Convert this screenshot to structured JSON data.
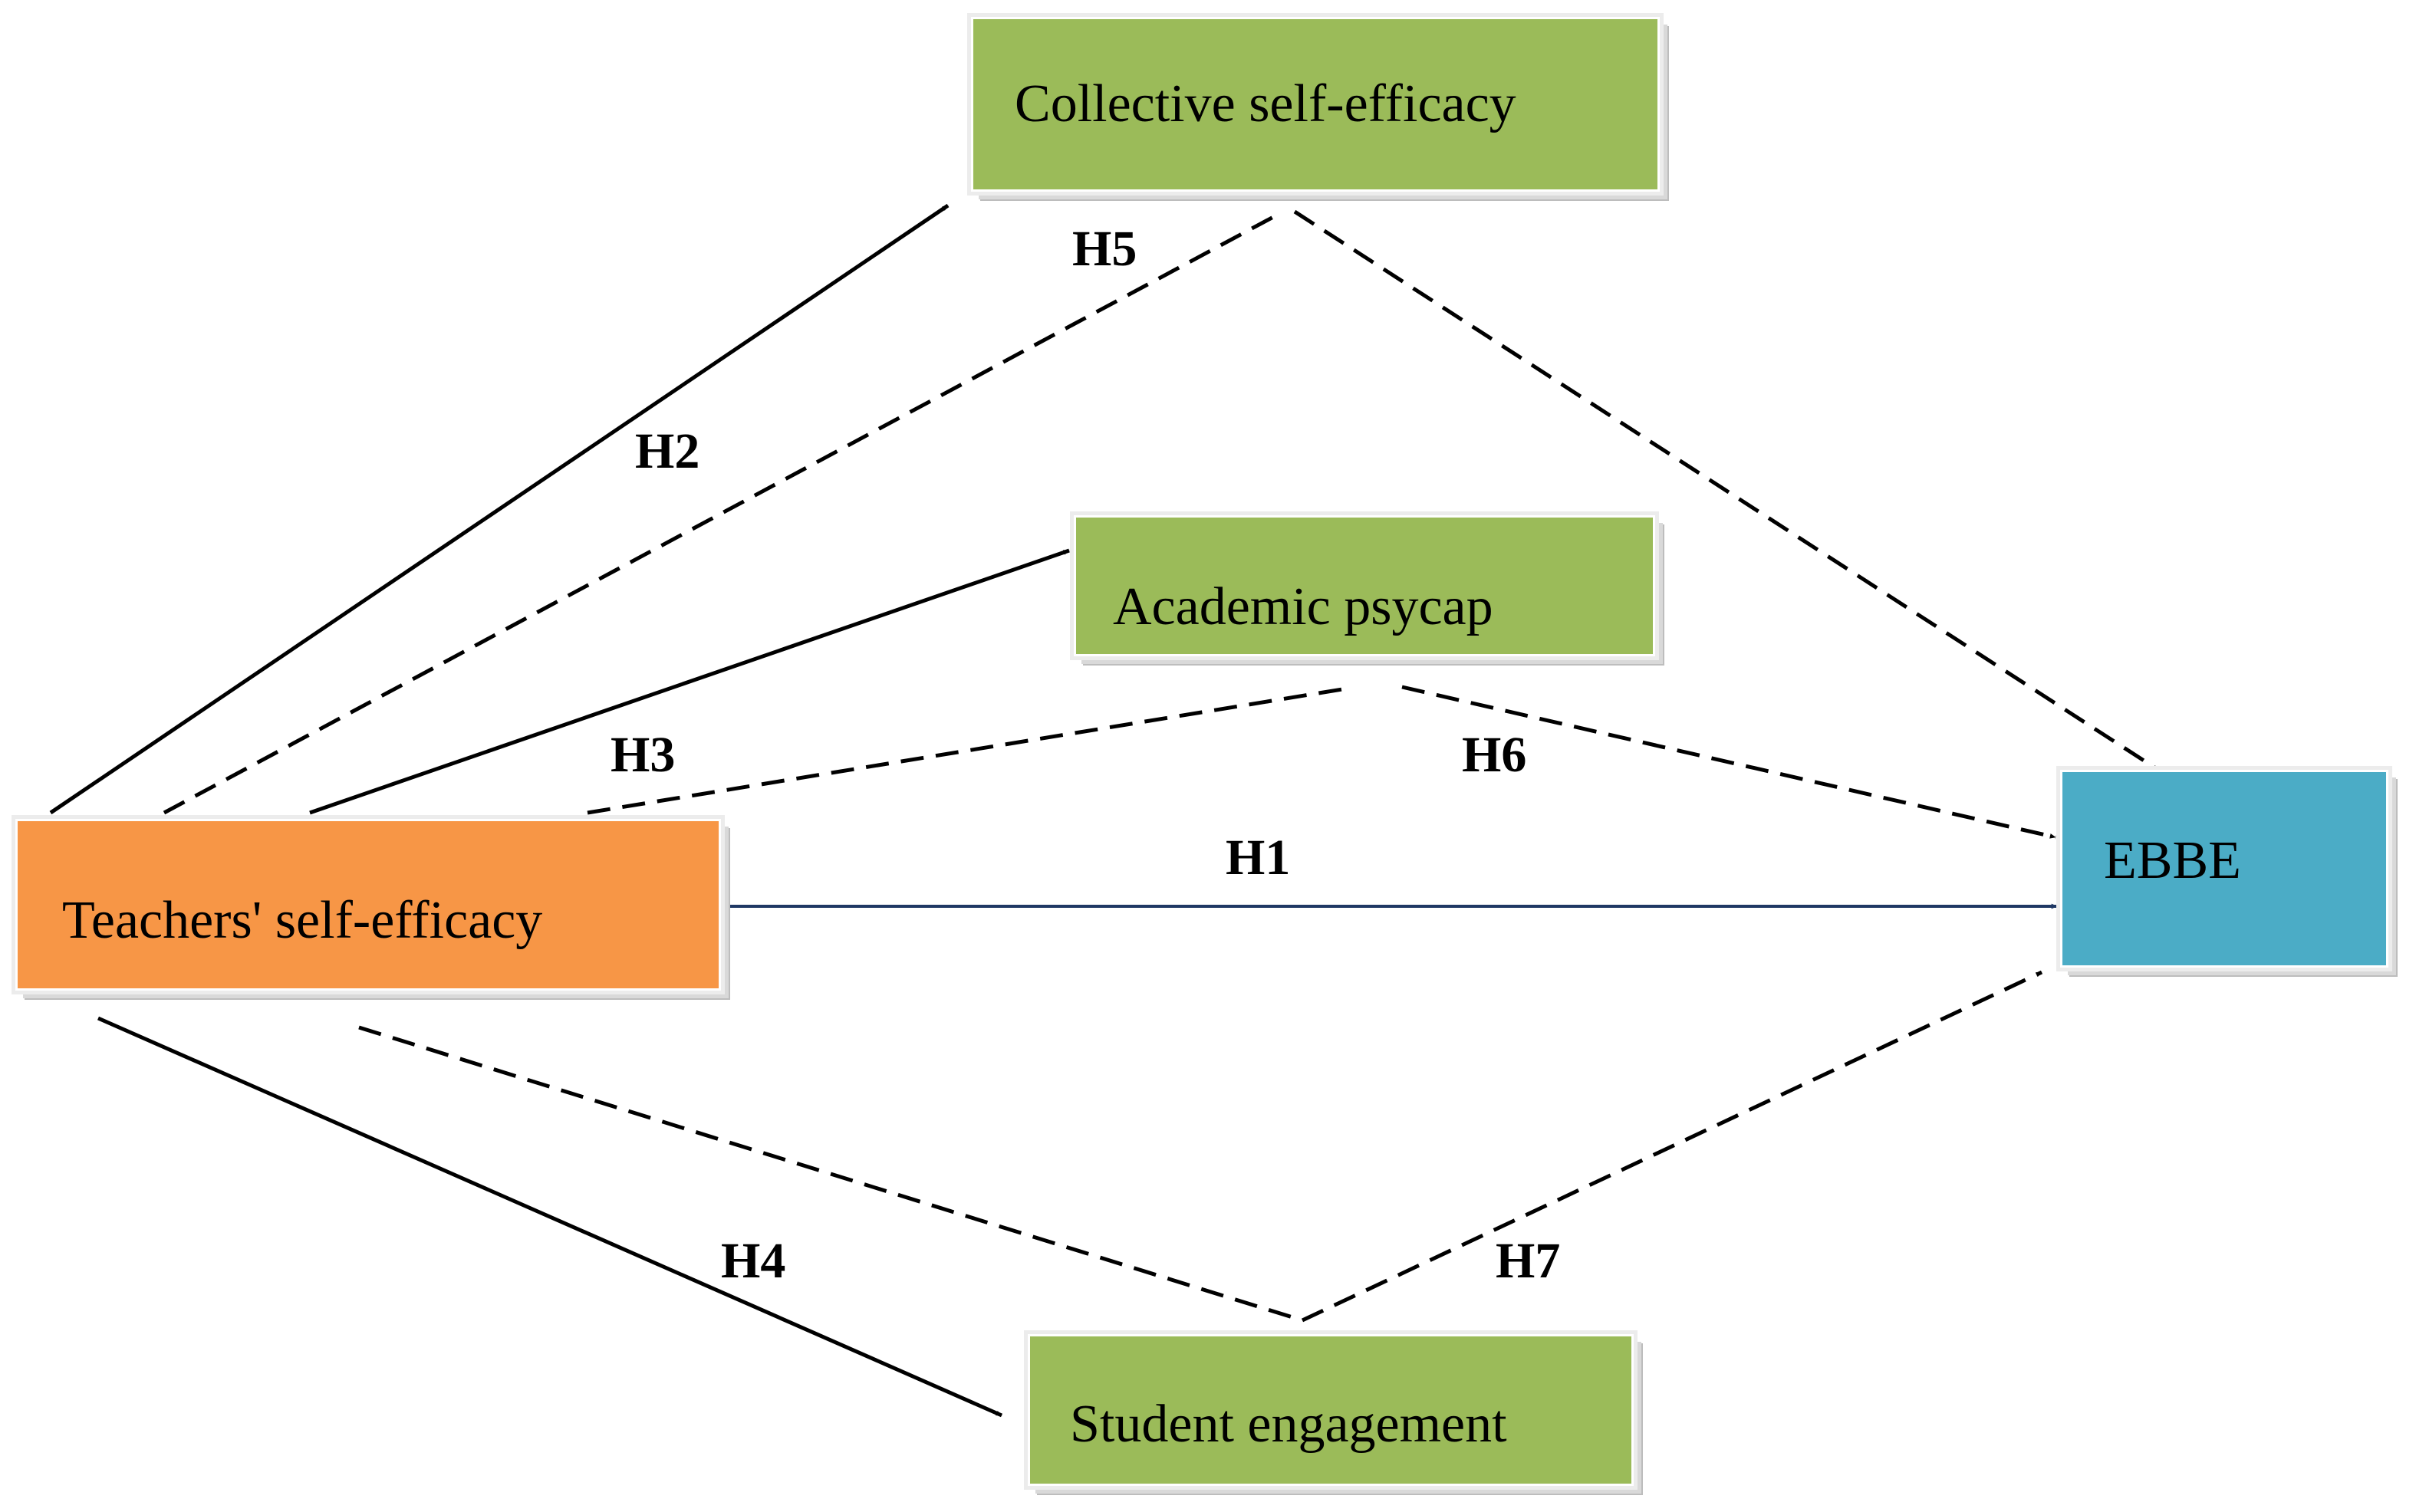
{
  "nodes": {
    "collective_self_efficacy": "Collective self-efficacy",
    "academic_psycap": "Academic psycap",
    "teachers_self_efficacy": "Teachers' self-efficacy",
    "ebbe": "EBBE",
    "student_engagement": "Student engagement"
  },
  "hypotheses": {
    "h1": "H1",
    "h2": "H2",
    "h3": "H3",
    "h4": "H4",
    "h5": "H5",
    "h6": "H6",
    "h7": "H7"
  },
  "colors": {
    "green_box": "#9bbb59",
    "orange_box": "#f79646",
    "blue_box": "#4bacc6",
    "direct_arrow": "#1f3864",
    "arrow": "#000000"
  }
}
